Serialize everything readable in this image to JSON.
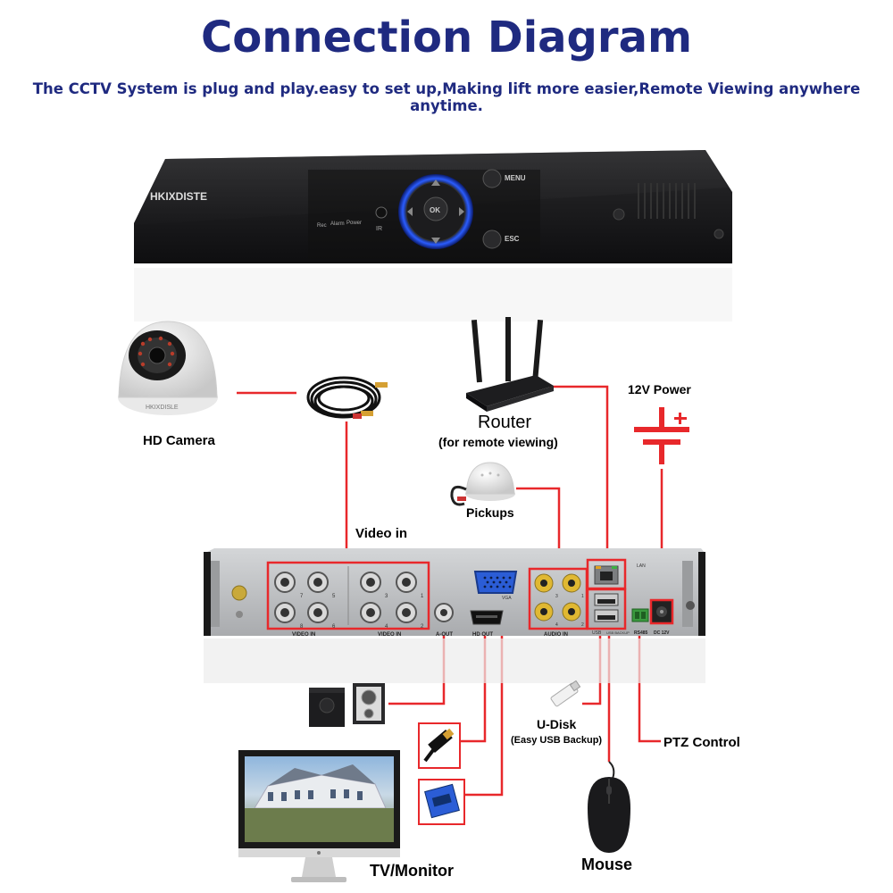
{
  "title": "Connection Diagram",
  "subtitle": "The CCTV System is plug and play.easy to set up,Making lift more easier,Remote Viewing anywhere anytime.",
  "dvr_front": {
    "brand": "HKIXDISTE",
    "indicators": [
      "Rec",
      "Alarm",
      "Power"
    ],
    "ir_label": "IR",
    "ok_label": "OK",
    "menu_label": "MENU",
    "esc_label": "ESC"
  },
  "devices": {
    "camera": "HD Camera",
    "camera_brand": "HKIXDISLE",
    "router": "Router",
    "router_sub": "(for remote viewing)",
    "power": "12V Power",
    "pickups": "Pickups",
    "video_in": "Video in",
    "udisk": "U-Disk",
    "udisk_sub": "(Easy USB Backup)",
    "ptz": "PTZ Control",
    "tv": "TV/Monitor",
    "mouse": "Mouse"
  },
  "dvr_back": {
    "video_in_label": "VIDEO IN",
    "port_numbers_left": [
      "7",
      "5",
      "8",
      "6"
    ],
    "port_numbers_right": [
      "3",
      "1",
      "4",
      "2"
    ],
    "aout_label": "A-OUT",
    "hdout_label": "HD OUT",
    "vga_label": "VGA",
    "audio_in_label": "AUDIO IN",
    "audio_numbers": [
      "3",
      "1",
      "4",
      "2"
    ],
    "lan_label": "LAN",
    "usb_label": "USB",
    "usb_backup_label": "USB BACKUP",
    "rs485_label": "RS485",
    "dc_label": "DC 12V"
  },
  "colors": {
    "title": "#1f2a80",
    "connector": "#e8282b",
    "dvr_body": "#1c1c1e",
    "back_panel": "#b9bbbe"
  }
}
